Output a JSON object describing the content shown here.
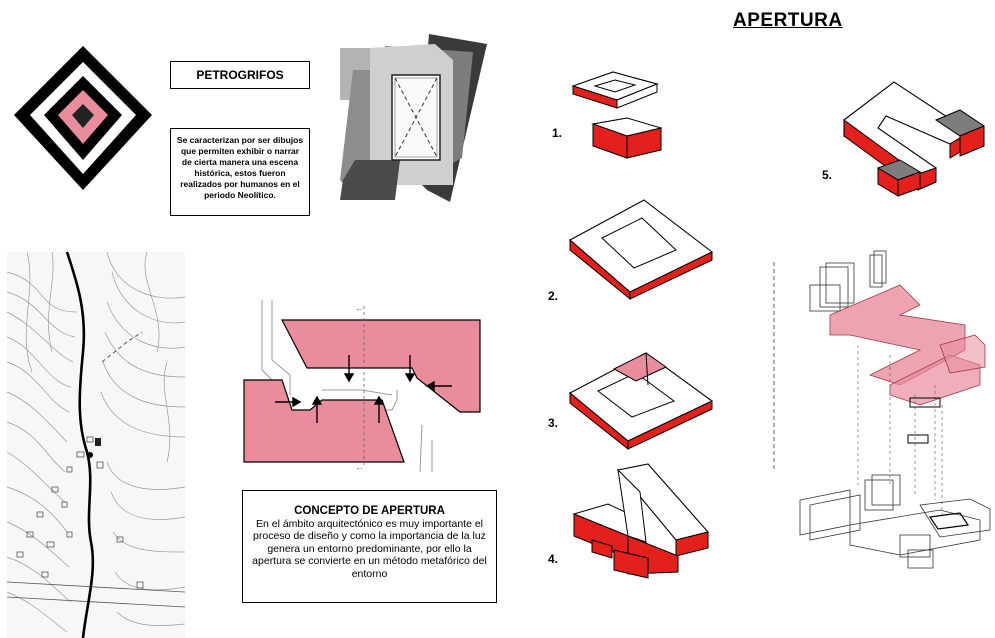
{
  "title": "APERTURA",
  "petroglifos": {
    "label": "PETROGRIFOS",
    "description": "Se caracterizan por ser dibujos que permiten exhibir o narrar de cierta manera una escena histórica, estos fueron realizados por humanos en el periodo Neolítico."
  },
  "concept": {
    "heading": "CONCEPTO DE APERTURA",
    "body": "En el ámbito arquitectónico es muy importante el proceso de diseño y como la importancia de la luz genera un entorno predominante, por ello la apertura se convierte en un método metafórico del entorno"
  },
  "steps": [
    "1.",
    "2.",
    "3.",
    "4.",
    "5."
  ],
  "colors": {
    "accent": "#e3201b",
    "pink": "#e98c9c",
    "dark_gray": "#3d3d3d",
    "mid_gray": "#7d7d7d",
    "light_gray": "#b3b3b3"
  }
}
